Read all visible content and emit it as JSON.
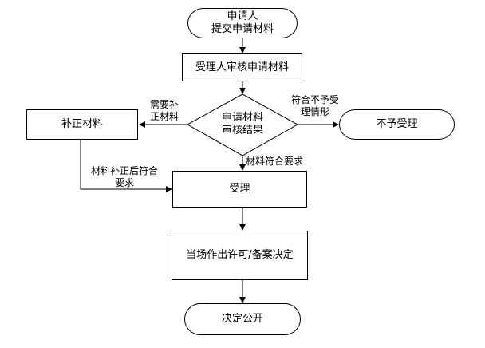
{
  "nodes": {
    "applicant": [
      "申请人",
      "提交申请材料"
    ],
    "review": "受理人审核申请材料",
    "result": [
      "申请材料",
      "审核结果"
    ],
    "supplement": "补正材料",
    "reject": "不予受理",
    "accept": "受理",
    "decision": "当场作出许可/备案决定",
    "publish": "决定公开"
  },
  "edges": {
    "need_supplement": [
      "需要补",
      "正材料"
    ],
    "not_eligible": [
      "符合不予受",
      "理情形"
    ],
    "eligible": "材料符合要求",
    "after_supplement": [
      "材料补正后符合",
      "要求"
    ]
  }
}
